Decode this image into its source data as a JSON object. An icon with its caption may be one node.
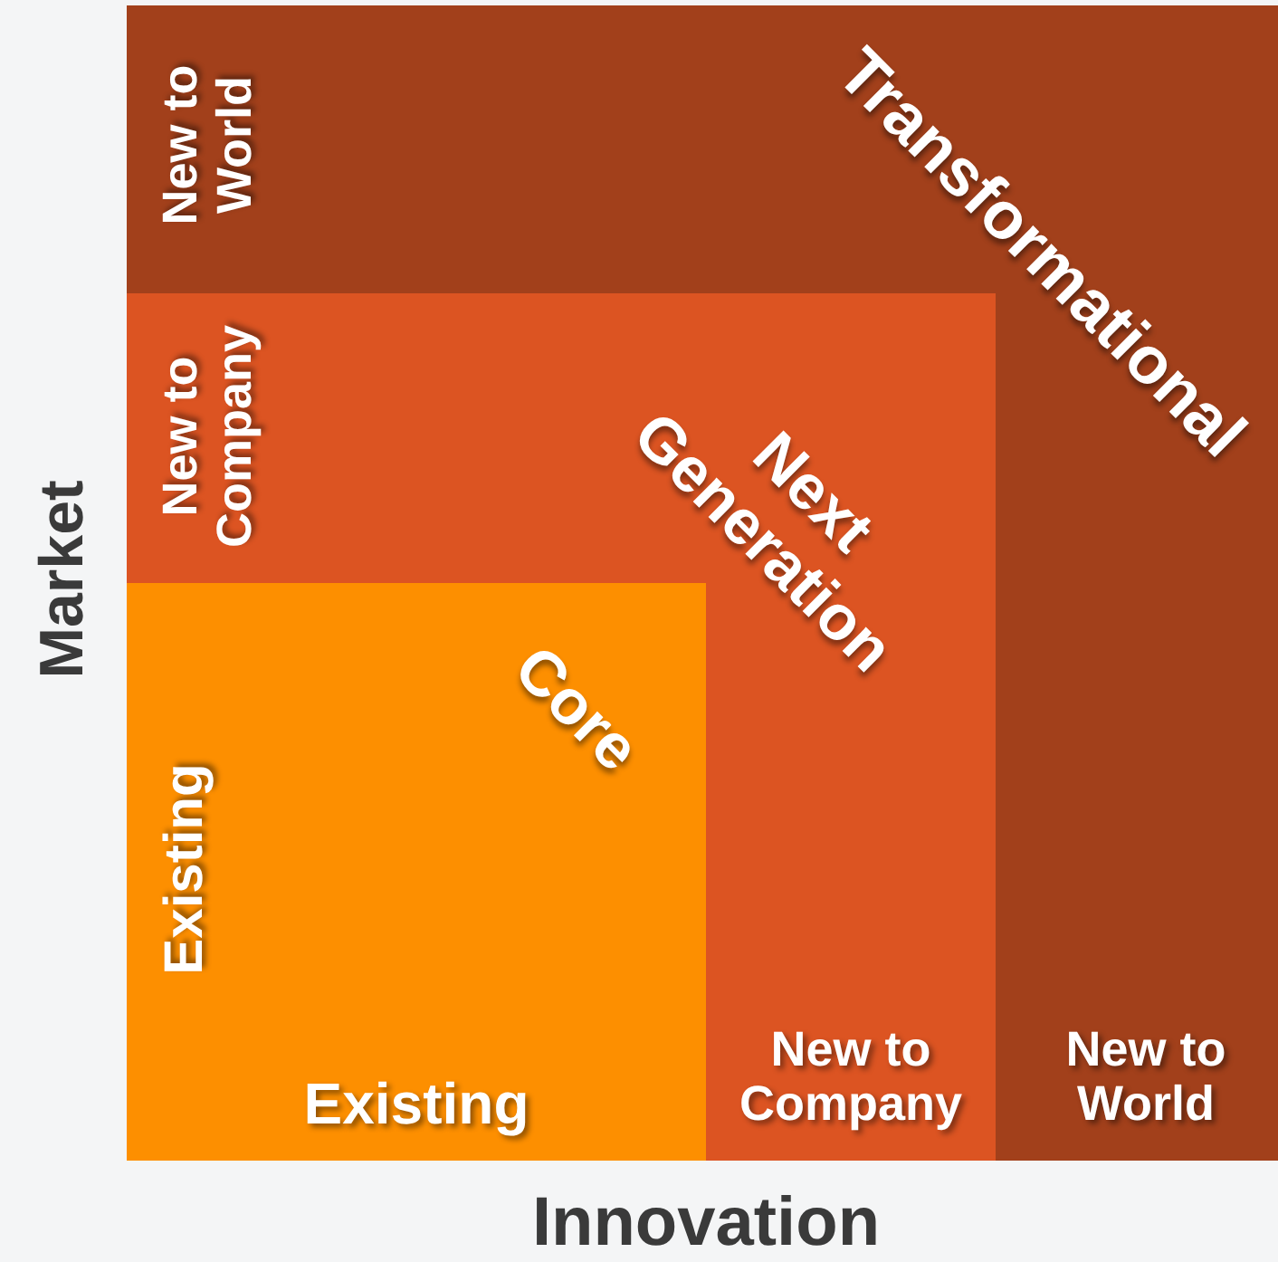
{
  "diagram": {
    "nodes": [
      {
        "text": [
          "Transformational"
        ]
      },
      {
        "text": [
          "Next Generation"
        ],
        "in": 0
      },
      {
        "text": [
          "Core"
        ],
        "in": 1
      }
    ],
    "edges": [],
    "labels": [
      "Market",
      "New to World",
      "New to Company",
      "Existing",
      "Existing",
      "New to Company",
      "New to World",
      "Innovation"
    ]
  }
}
